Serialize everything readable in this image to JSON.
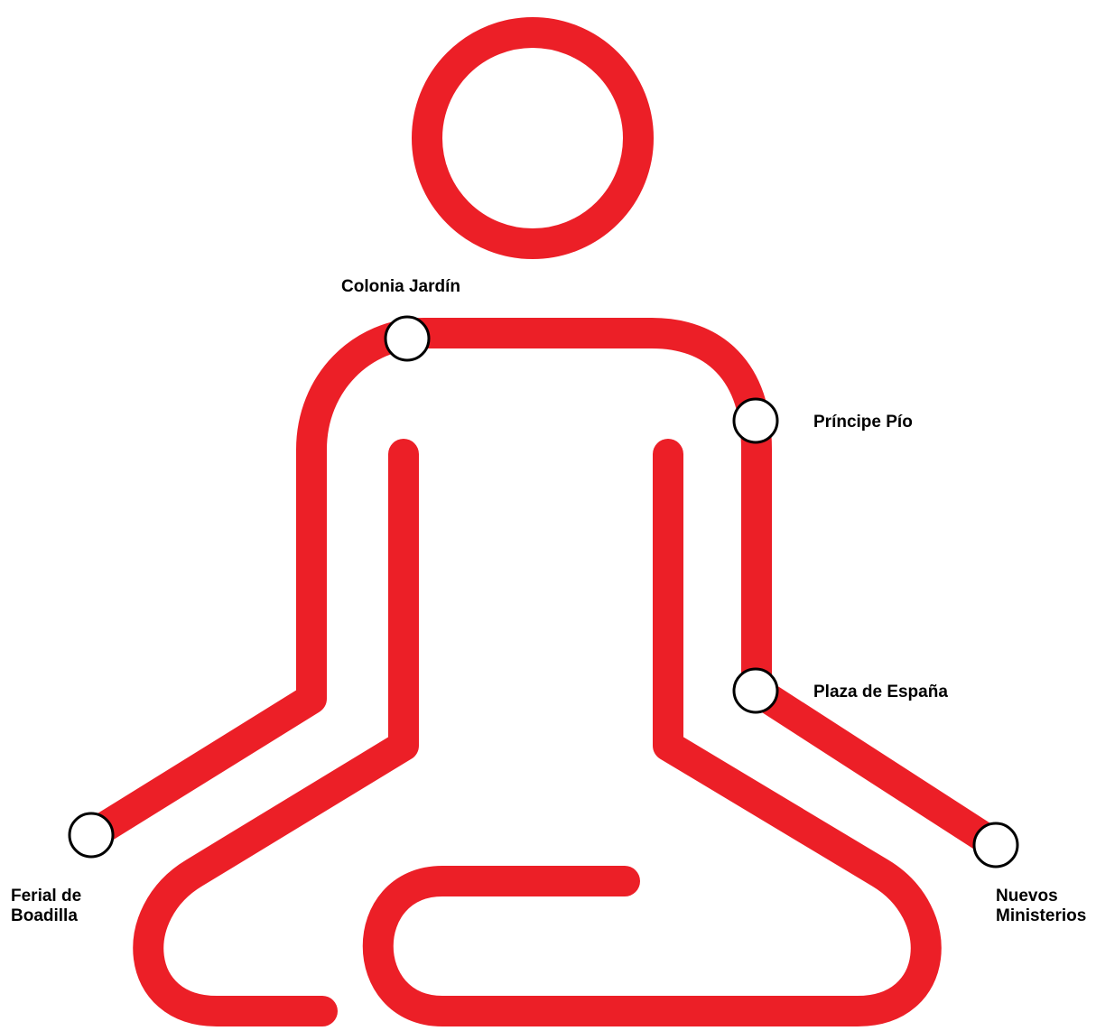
{
  "colors": {
    "line": "#EC1F27",
    "station_fill": "#FFFFFF",
    "station_stroke": "#000000",
    "background": "#FFFFFF"
  },
  "figure": {
    "icon": "meditating-person-metro-line-icon"
  },
  "stations": {
    "colonia_jardin": {
      "label": "Colonia Jardín"
    },
    "principe_pio": {
      "label": "Príncipe Pío"
    },
    "plaza_espana": {
      "label": "Plaza de España"
    },
    "ferial_boadilla": {
      "lines": [
        "Ferial de",
        "Boadilla"
      ]
    },
    "nuevos_ministerios": {
      "lines": [
        "Nuevos",
        "Ministerios"
      ]
    }
  }
}
